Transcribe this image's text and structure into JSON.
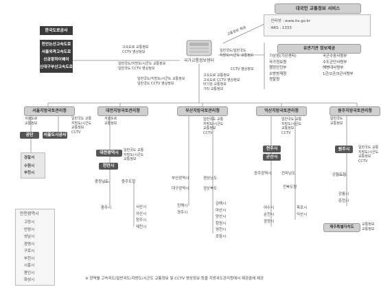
{
  "top_right": {
    "title": "대국민 교통정보 서비스",
    "internet": "· 인터넷 : www.its.go.kr",
    "ars": "· ARS     : 1333"
  },
  "left_block": {
    "title": "한국도로공사",
    "items": [
      "천안논산고속도로",
      "서울외곽고속도로",
      "신공항하이웨이",
      "신대구부산고속도로"
    ]
  },
  "center": {
    "label": "국가교통정보센터",
    "flow_top_left": [
      "고속도로 교통정보",
      "CCTV 영상정보"
    ],
    "flow_left": [
      "일반국도/지방도/시군도 교통정보",
      "일반국도 CCTV 영상정보"
    ],
    "flow_right": [
      "일반국도/일반국도",
      "지방도/시군도 교통정보"
    ],
    "flow_right2": "CCTV 영상정보",
    "flow_out_arrow": "교통정보 제공",
    "flow_bottom_left": [
      "일반국도/지방도/시군도 교통정보",
      "일반국도 CCTV 영상정보"
    ],
    "flow_bottom_right": [
      "고속도로 교통정보",
      "고속도로 CCTV 영상정보",
      "타기관 교통정보",
      "기타 교통정보"
    ]
  },
  "related": {
    "title": "유관기관 정보제공",
    "col1": [
      "기상청(기상센터)",
      "국가정보원",
      "행정안전부",
      "소방방재청",
      "경찰청"
    ],
    "col2": [
      "국군수송사령부",
      "수도군단사령부",
      "해병대사령부",
      "1군/2군/3군사령부"
    ]
  },
  "offices": [
    {
      "name": "서울지방국토관리청",
      "desc": [
        "서울도로",
        "교통정보"
      ],
      "sub_left": "공단",
      "sub_right": "서울도시공사",
      "desc2": [
        "일반국도 교통",
        "지방도/시군도",
        "교통정보",
        "CCTV"
      ],
      "cities_title": "",
      "cities": [
        "경찰서",
        "수원시",
        "부천시"
      ],
      "incheon_title": "인천광역시",
      "incheon": [
        "고양시",
        "안양시",
        "성남시",
        "광명시",
        "구로시",
        "부천시",
        "시흥시",
        "용인시",
        "화성시"
      ]
    },
    {
      "name": "대전지방국토관리청",
      "desc": [
        "서울도로",
        "교통정보"
      ],
      "sub": [
        "대전광역시",
        "천안시"
      ],
      "desc2": [
        "일반국도 교통",
        "지방도/시군도",
        "교통정보"
      ],
      "left_label": "충청남도",
      "right_label": "충주도청",
      "left_cities": [
        "충주시"
      ],
      "right_cities": [
        "서산시",
        "아산시",
        "청주시",
        "제천시"
      ]
    },
    {
      "name": "부산지방국토관리청",
      "desc": [
        "일반국도 교통",
        "지방도/시군도",
        "교통정보",
        "CCTV"
      ],
      "sub": "부산광역시",
      "sub2": "대구광역시",
      "right_sub": "경상남도",
      "right_sub2": "경상북도",
      "left_cities": [
        "진해시",
        "경주시"
      ],
      "right_cities": [
        "김해시",
        "마산시",
        "양산시",
        "창원시",
        "영천시",
        "포항시"
      ]
    },
    {
      "name": "익산지방국토관리청",
      "desc": [
        "일반국도 교통",
        "지방도/시군도",
        "교통정보",
        "CCTV"
      ],
      "sub": [
        "전주시",
        "군산시"
      ],
      "left_label": "광주광역시",
      "right_label": "전라남도",
      "right_label2": "전북도청",
      "left_cities": [
        "여수시",
        "순천시",
        "광양시"
      ],
      "right_cities": [
        "목포시",
        "익산시"
      ]
    },
    {
      "name": "원주지방국토관리청",
      "desc": [
        "일반국도",
        "교통정보"
      ],
      "sub": "원주시",
      "desc2": [
        "일반국도 교통",
        "지방도/시군도",
        "교통정보",
        "CCTV"
      ],
      "left_label": "강원도청",
      "cities": [
        "강릉시",
        "춘천시"
      ],
      "jeju": "제주특별자치도",
      "jeju_desc": [
        "교통정보",
        "교통정보"
      ]
    }
  ],
  "footnote": "※ 광역별 고속국도/일반국도/지방도/시군도 교통정보 및 CCTV 영상정보 등을 지방국도관리청에서 제공중에 제공",
  "colors": {
    "dark_box": "#3a3a3a",
    "header_box": "#cfcfcf",
    "line": "#888888"
  }
}
